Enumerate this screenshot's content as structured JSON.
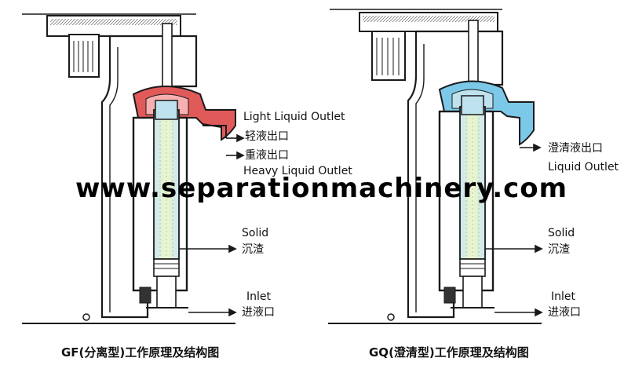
{
  "watermark": "www.separationmachinery.com",
  "left_diagram": {
    "caption": "GF(分离型)工作原理及结构图",
    "labels": {
      "light_outlet_en": "Light Liquid Outlet",
      "light_outlet_cn": "轻液出口",
      "heavy_outlet_cn": "重液出口",
      "heavy_outlet_en": "Heavy Liquid Outlet",
      "solid_en": "Solid",
      "solid_cn": "沉渣",
      "inlet_en": "Inlet",
      "inlet_cn": "进液口"
    }
  },
  "right_diagram": {
    "caption": "GQ(澄清型)工作原理及结构图",
    "labels": {
      "outlet_cn": "澄清液出口",
      "outlet_en": "Liquid Outlet",
      "solid_en": "Solid",
      "solid_cn": "沉渣",
      "inlet_en": "Inlet",
      "inlet_cn": "进液口"
    }
  },
  "colors": {
    "line": "#1a1a1a",
    "left_head": "#e05a5a",
    "right_head": "#7cc8e8",
    "bowl_fill": "#dff0b8",
    "bowl_inner": "#bfe3ee"
  }
}
